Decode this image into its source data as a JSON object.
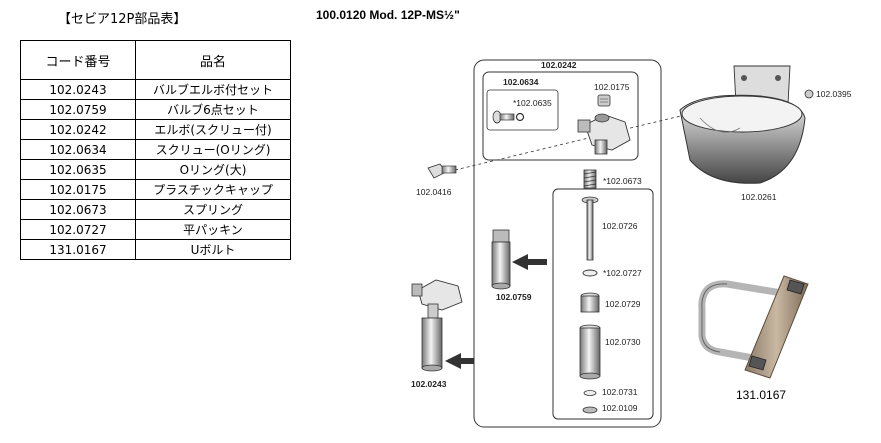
{
  "heading": "【セビア12P部品表】",
  "model_title": "100.0120 Mod. 12P-MS½\"",
  "table": {
    "headers": [
      "コード番号",
      "品名"
    ],
    "rows": [
      [
        "102.0243",
        "バルブエルボ付セット"
      ],
      [
        "102.0759",
        "バルブ6点セット"
      ],
      [
        "102.0242",
        "エルボ(スクリュー付)"
      ],
      [
        "102.0634",
        "スクリュー(Oリング)"
      ],
      [
        "102.0635",
        "Oリング(大)"
      ],
      [
        "102.0175",
        "プラスチックキャップ"
      ],
      [
        "102.0673",
        "スプリング"
      ],
      [
        "102.0727",
        "平パッキン"
      ],
      [
        "131.0167",
        "Uボルト"
      ]
    ]
  },
  "diagram_labels": {
    "outer_box": "102.0242",
    "inner_box": "102.0634",
    "o_ring": "*102.0635",
    "cap": "102.0175",
    "nut_right": "102.0395",
    "screw_left": "102.0416",
    "spring": "*102.0673",
    "bowl": "102.0261",
    "stem": "102.0726",
    "gasket": "*102.0727",
    "valve_set": "102.0759",
    "sleeve": "102.0729",
    "tube": "102.0730",
    "washer": "102.0731",
    "nut_bottom": "102.0109",
    "valve_elbow_set": "102.0243"
  },
  "ubolt_label": "131.0167"
}
